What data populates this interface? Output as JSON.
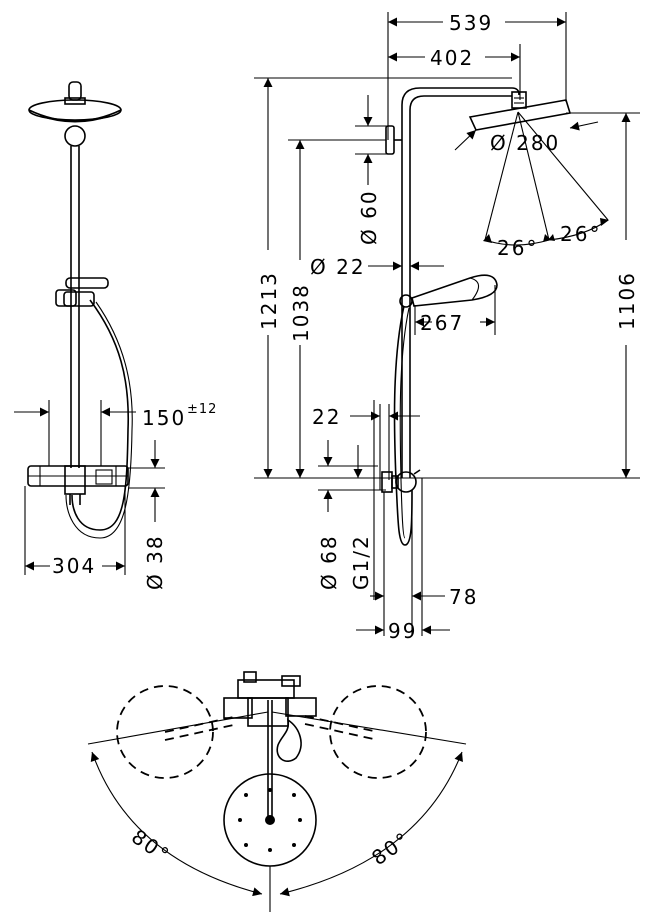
{
  "dimensions": {
    "w539": "539",
    "w402": "402",
    "d280": "Ø 280",
    "h1213": "1213",
    "h1038": "1038",
    "d60": "Ø 60",
    "d22a": "Ø 22",
    "a26a": "26°",
    "a26b": "26°",
    "h1106": "1106",
    "w267": "267",
    "w22b": "22",
    "d68": "Ø 68",
    "g12": "G1/2",
    "w78": "78",
    "w99": "99",
    "w150": "150",
    "tol150": "±12",
    "w304": "304",
    "d38": "Ø 38",
    "a80a": "80°",
    "a80b": "80°"
  },
  "colors": {
    "line": "#000000",
    "background": "#ffffff"
  }
}
